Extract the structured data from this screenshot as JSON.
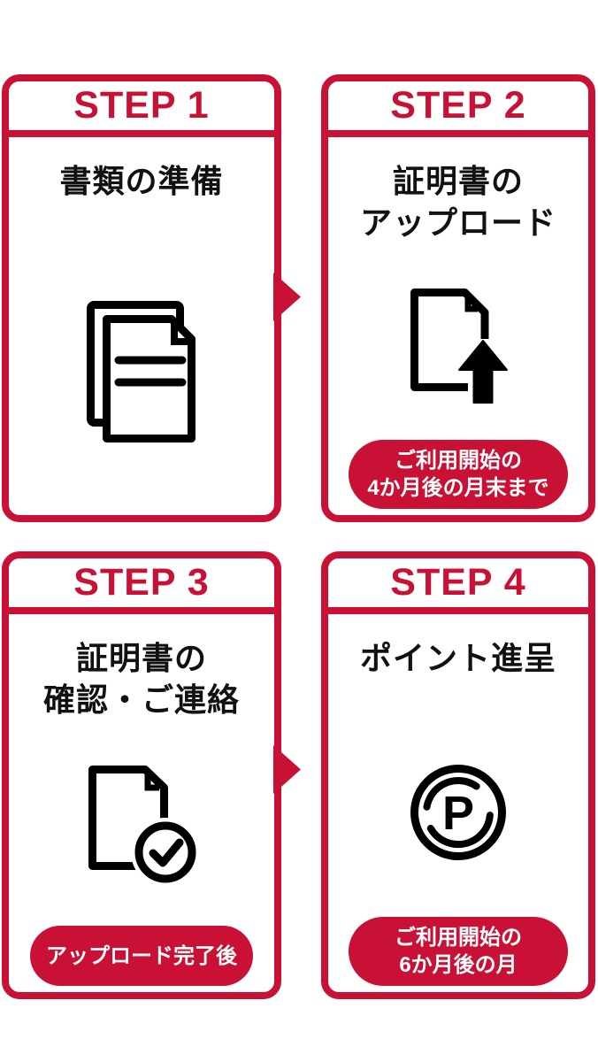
{
  "colors": {
    "accent": "#C81134",
    "icon": "#000000",
    "title_text": "#111111",
    "badge_text": "#FFFFFF",
    "background": "#FFFFFF"
  },
  "steps": [
    {
      "label": "STEP 1",
      "title_lines": [
        "書類の準備"
      ],
      "icon": "documents-icon"
    },
    {
      "label": "STEP 2",
      "title_lines": [
        "証明書の",
        "アップロード"
      ],
      "icon": "document-upload-icon",
      "badge_lines": [
        "ご利用開始の",
        "4か月後の月末まで"
      ]
    },
    {
      "label": "STEP 3",
      "title_lines": [
        "証明書の",
        "確認・ご連絡"
      ],
      "icon": "document-check-icon",
      "badge_lines": [
        "アップロード完了後"
      ]
    },
    {
      "label": "STEP 4",
      "title_lines": [
        "ポイント進呈"
      ],
      "icon": "point-circle-icon",
      "icon_letter": "P",
      "badge_lines": [
        "ご利用開始の",
        "6か月後の月"
      ]
    }
  ]
}
